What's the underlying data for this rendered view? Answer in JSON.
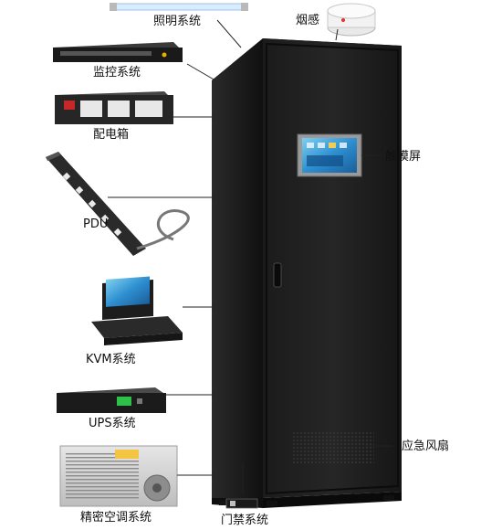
{
  "labels": {
    "lighting": "照明系统",
    "smoke": "烟感",
    "monitoring": "监控系统",
    "distribution_box": "配电箱",
    "touchscreen": "触摸屏",
    "pdu": "PDU",
    "kvm": "KVM系统",
    "ups": "UPS系统",
    "emergency_fan": "应急风扇",
    "precision_ac": "精密空调系统",
    "access_control": "门禁系统"
  },
  "colors": {
    "cabinet": "#1f1f1f",
    "leader_line": "#222222",
    "text": "#111111"
  }
}
